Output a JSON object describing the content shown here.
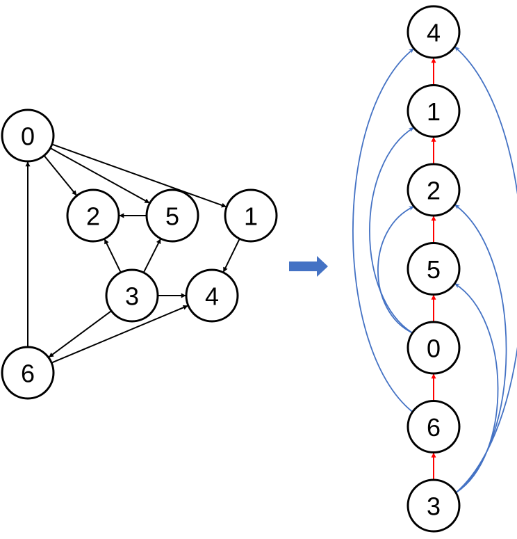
{
  "colors": {
    "node_stroke": "#000000",
    "node_fill": "#ffffff",
    "original_edge": "#000000",
    "order_edge": "#ff0000",
    "skip_edge": "#4472c4",
    "transform_arrow": "#4472c4"
  },
  "original_graph": {
    "nodes": [
      "0",
      "2",
      "5",
      "1",
      "3",
      "4",
      "6"
    ],
    "edges": [
      {
        "from": "0",
        "to": "2"
      },
      {
        "from": "0",
        "to": "5"
      },
      {
        "from": "0",
        "to": "1"
      },
      {
        "from": "5",
        "to": "2"
      },
      {
        "from": "1",
        "to": "4"
      },
      {
        "from": "3",
        "to": "2"
      },
      {
        "from": "3",
        "to": "5"
      },
      {
        "from": "3",
        "to": "4"
      },
      {
        "from": "3",
        "to": "6"
      },
      {
        "from": "6",
        "to": "0"
      },
      {
        "from": "6",
        "to": "4"
      }
    ]
  },
  "transform_icon": "right-arrow-icon",
  "topological_order": {
    "nodes_top_to_bottom": [
      "4",
      "1",
      "2",
      "5",
      "0",
      "6",
      "3"
    ],
    "order_edges": [
      {
        "from": "3",
        "to": "6"
      },
      {
        "from": "6",
        "to": "0"
      },
      {
        "from": "0",
        "to": "5"
      },
      {
        "from": "5",
        "to": "2"
      },
      {
        "from": "2",
        "to": "1"
      },
      {
        "from": "1",
        "to": "4"
      }
    ],
    "skip_edges": [
      {
        "from": "6",
        "to": "4"
      },
      {
        "from": "0",
        "to": "1"
      },
      {
        "from": "0",
        "to": "2"
      },
      {
        "from": "3",
        "to": "4"
      },
      {
        "from": "3",
        "to": "2"
      },
      {
        "from": "3",
        "to": "5"
      }
    ]
  }
}
